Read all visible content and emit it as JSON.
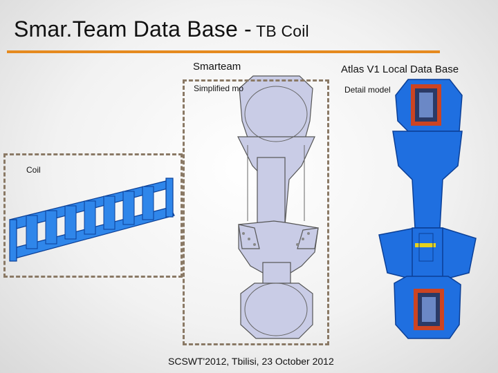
{
  "slide": {
    "title_main": "Smar.Team Data Base -",
    "title_sub": " TB Coil",
    "footer": "SCSWT'2012, Tbilisi, 23 October 2012"
  },
  "left_panel": {
    "heading": "Smarteam",
    "caption": "Simplified mo"
  },
  "right_panel": {
    "heading": "Atlas V1 Local Data Base",
    "caption": "Detail model"
  },
  "coil_inset": {
    "caption": "Coil"
  },
  "colors": {
    "title_rule": "#e58a1f",
    "dashed_border": "#8a7965",
    "simplified_model_fill": "#c9cce6",
    "detail_model_fill": "#1f6fe0",
    "coil_fill": "#2f86ea"
  }
}
